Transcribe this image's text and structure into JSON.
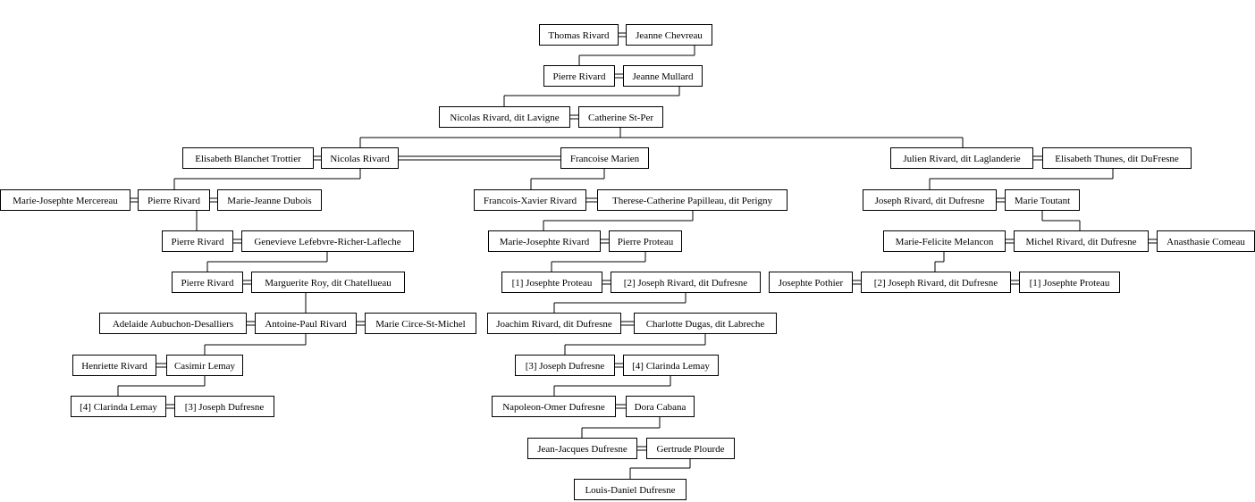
{
  "people": {
    "thomas_rivard": "Thomas Rivard",
    "jeanne_chevreau": "Jeanne Chevreau",
    "pierre_rivard_1": "Pierre Rivard",
    "jeanne_mullard": "Jeanne Mullard",
    "nicolas_rivard_lavigne": "Nicolas Rivard, dit Lavigne",
    "catherine_st_per": "Catherine St-Per",
    "elisabeth_blanchet_trottier": "Elisabeth Blanchet Trottier",
    "nicolas_rivard": "Nicolas Rivard",
    "francoise_marien": "Francoise Marien",
    "julien_rivard": "Julien Rivard, dit Laglanderie",
    "elisabeth_thunes": "Elisabeth Thunes, dit DuFresne",
    "marie_josephte_mercereau": "Marie-Josephte Mercereau",
    "pierre_rivard_2": "Pierre Rivard",
    "marie_jeanne_dubois": "Marie-Jeanne Dubois",
    "francois_xavier_rivard": "Francois-Xavier Rivard",
    "therese_catherine_papilleau": "Therese-Catherine Papilleau, dit Perigny",
    "joseph_rivard_dufresne_1": "Joseph Rivard, dit Dufresne",
    "marie_toutant": "Marie Toutant",
    "pierre_rivard_3": "Pierre Rivard",
    "genevieve_lefebvre": "Genevieve Lefebvre-Richer-Lafleche",
    "marie_josephte_rivard": "Marie-Josephte Rivard",
    "pierre_proteau": "Pierre Proteau",
    "marie_felicite_melancon": "Marie-Felicite Melancon",
    "michel_rivard": "Michel Rivard, dit Dufresne",
    "anasthasie_comeau": "Anasthasie Comeau",
    "pierre_rivard_4": "Pierre Rivard",
    "marguerite_roy": "Marguerite Roy, dit Chatellueau",
    "josephte_proteau_a": "[1] Josephte Proteau",
    "joseph_rivard_dufresne_a": "[2] Joseph Rivard, dit Dufresne",
    "josephte_pothier": "Josephte Pothier",
    "joseph_rivard_dufresne_b": "[2] Joseph Rivard, dit Dufresne",
    "josephte_proteau_b": "[1] Josephte Proteau",
    "adelaide_aubuchon": "Adelaide Aubuchon-Desalliers",
    "antoine_paul_rivard": "Antoine-Paul Rivard",
    "marie_circe": "Marie Circe-St-Michel",
    "joachim_rivard": "Joachim Rivard, dit Dufresne",
    "charlotte_dugas": "Charlotte Dugas, dit Labreche",
    "henriette_rivard": "Henriette Rivard",
    "casimir_lemay": "Casimir Lemay",
    "joseph_dufresne_a": "[3] Joseph Dufresne",
    "clarinda_lemay_a": "[4] Clarinda Lemay",
    "clarinda_lemay_b": "[4] Clarinda Lemay",
    "joseph_dufresne_b": "[3] Joseph Dufresne",
    "napoleon_omer_dufresne": "Napoleon-Omer Dufresne",
    "dora_cabana": "Dora Cabana",
    "jean_jacques_dufresne": "Jean-Jacques Dufresne",
    "gertrude_plourde": "Gertrude Plourde",
    "louis_daniel_dufresne": "Louis-Daniel Dufresne"
  }
}
